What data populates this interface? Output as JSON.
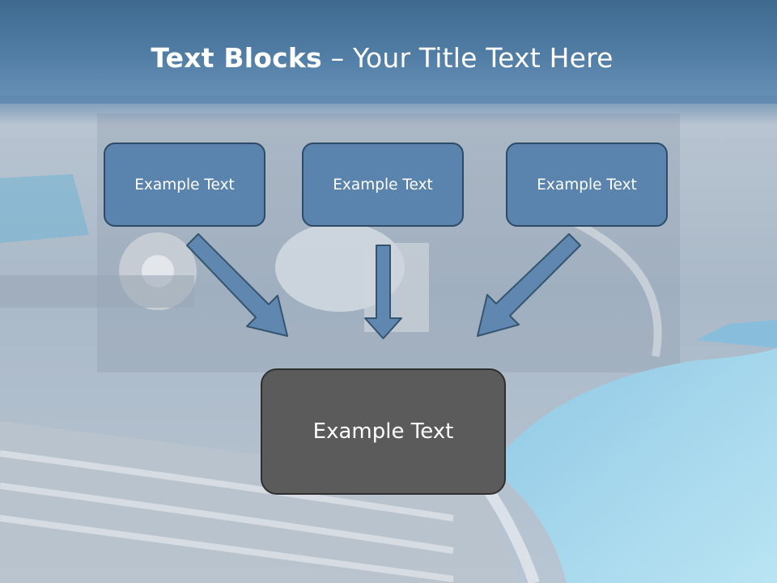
{
  "title": {
    "bold": "Text Blocks",
    "rest": " – Your Title Text Here"
  },
  "blocks": {
    "left": "Example Text",
    "center": "Example Text",
    "right": "Example Text",
    "main": "Example Text"
  },
  "colors": {
    "title_band": "#527ea6",
    "small_box_fill": "#5a84ad",
    "small_box_border": "#2d4b66",
    "main_box_fill": "#5b5b5b",
    "arrow_fill": "#5f87b0"
  }
}
